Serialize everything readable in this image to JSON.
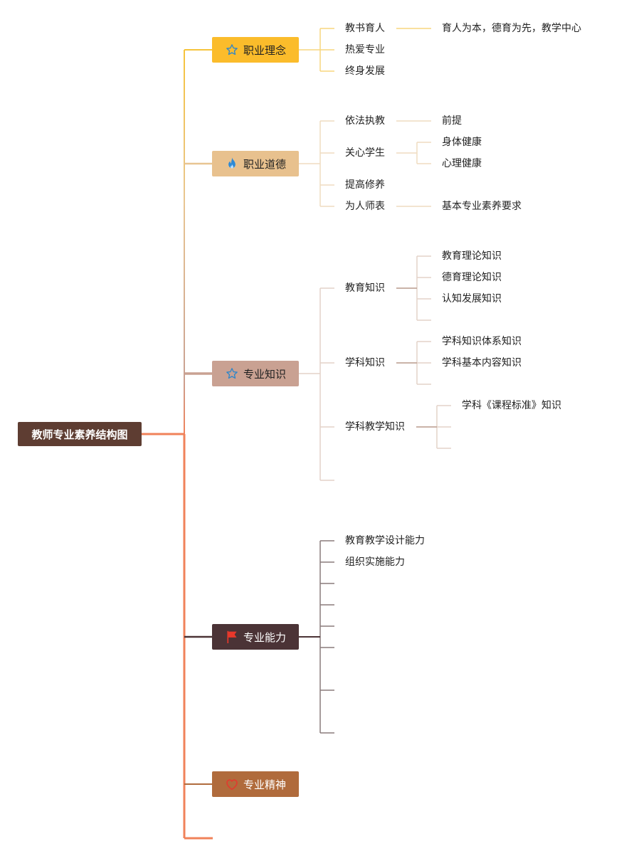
{
  "root": {
    "label": "教师专业素养结构图"
  },
  "categories": [
    {
      "label": "职业理念",
      "icon": "star-icon",
      "color": "#fbbc2b"
    },
    {
      "label": "职业道德",
      "icon": "flame-icon",
      "color": "#e8c18e"
    },
    {
      "label": "专业知识",
      "icon": "star-icon",
      "color": "#c9a192"
    },
    {
      "label": "专业能力",
      "icon": "flag-icon",
      "color": "#4b3336"
    },
    {
      "label": "专业精神",
      "icon": "heart-icon",
      "color": "#b06b3c"
    }
  ],
  "idea": {
    "items": [
      "教书育人",
      "热爱专业",
      "终身发展"
    ],
    "teach_detail": "育人为本，德育为先，教学中心"
  },
  "ethics": {
    "items": [
      "依法执教",
      "关心学生",
      "提高修养",
      "为人师表"
    ],
    "law_detail": "前提",
    "care_details": [
      "身体健康",
      "心理健康"
    ],
    "model_detail": "基本专业素养要求"
  },
  "knowledge": {
    "items": [
      "教育知识",
      "学科知识",
      "学科教学知识"
    ],
    "edu_details": [
      "教育理论知识",
      "德育理论知识",
      "认知发展知识"
    ],
    "subject_details": [
      "学科知识体系知识",
      "学科基本内容知识"
    ],
    "pedagogy_details": [
      "学科《课程标准》知识"
    ]
  },
  "ability": {
    "items": [
      "教育教学设计能力",
      "组织实施能力"
    ]
  }
}
